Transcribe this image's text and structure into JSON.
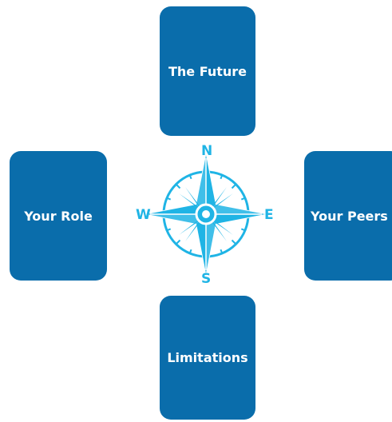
{
  "cards": {
    "top": "The Future",
    "left": "Your Role",
    "right": "Your Peers",
    "bottom": "Limitations"
  },
  "compass": {
    "north": "N",
    "south": "S",
    "east": "E",
    "west": "W",
    "icon": "compass-rose-icon"
  },
  "colors": {
    "card_fill": "#0a6dab",
    "card_text": "#ffffff",
    "compass": "#1fb4e5",
    "background": "#ffffff"
  }
}
